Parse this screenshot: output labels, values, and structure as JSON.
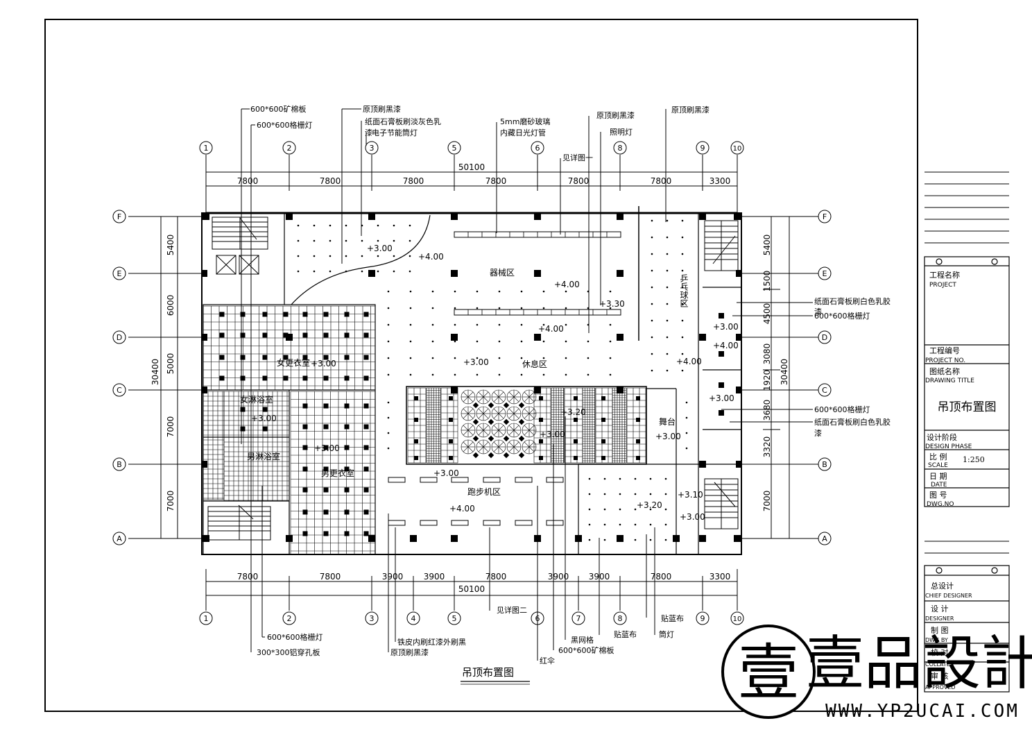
{
  "grid_axes": {
    "columns": [
      "1",
      "2",
      "3",
      "5",
      "6",
      "8",
      "9",
      "10"
    ],
    "columns_bottom": [
      "1",
      "2",
      "3",
      "4",
      "5",
      "6",
      "7",
      "8",
      "9",
      "10"
    ],
    "rows": [
      "F",
      "E",
      "D",
      "C",
      "B",
      "A"
    ]
  },
  "dimensions": {
    "top_total": "50100",
    "top_segments": [
      "7800",
      "7800",
      "7800",
      "7800",
      "7800",
      "7800",
      "3300"
    ],
    "bottom_total": "50100",
    "bottom_segments": [
      "7800",
      "7800",
      "3900",
      "3900",
      "7800",
      "3900",
      "3900",
      "7800",
      "3300"
    ],
    "left_total": "30400",
    "left_segments": [
      "5400",
      "6000",
      "5000",
      "7000",
      "7000"
    ],
    "right_total": "30400",
    "right_segments": [
      "5400",
      "1500",
      "4500",
      "3080",
      "1920",
      "3680",
      "3320",
      "7000"
    ]
  },
  "rooms": {
    "equipment": "器械区",
    "lounge": "休息区",
    "womens_locker": "女更衣室",
    "womens_shower": "女淋浴室",
    "mens_shower": "男淋浴室",
    "mens_locker": "男更衣室",
    "treadmill": "跑步机区",
    "stage": "舞台",
    "table_tennis": "乒乓球区"
  },
  "levels": [
    "+3.00",
    "+4.00",
    "+4.00",
    "+3.30",
    "+4.00",
    "+3.00",
    "+4.00",
    "+4.00",
    "+3.00",
    "+3.00",
    "+3.00",
    "+3.00",
    "+3.20",
    "+3.00",
    "+3.00",
    "+3.00",
    "+3.00",
    "+4.00",
    "+3.20",
    "+3.10",
    "+3.00"
  ],
  "notes_top": {
    "n1": "600*600矿棉板",
    "n2": "600*600格栅灯",
    "n3": "原顶刷黑漆",
    "n4": "纸面石膏板刷淡灰色乳",
    "n4b": "漆",
    "n5": "电子节能筒灯",
    "n6": "5mm磨砂玻璃",
    "n7": "内藏日光灯管",
    "n8": "见详图一",
    "n9": "原顶刷黑漆",
    "n10": "照明灯",
    "n11": "原顶刷黑漆"
  },
  "notes_right": {
    "r1": "纸面石膏板刷白色乳胶",
    "r1b": "漆",
    "r2": "600*600格栅灯",
    "r3": "600*600格栅灯",
    "r4": "纸面石膏板刷白色乳胶",
    "r4b": "漆"
  },
  "notes_bottom": {
    "b1": "600*600格栅灯",
    "b2": "300*300铝穿孔板",
    "b3": "铁皮内刷红漆外刷黑",
    "b4": "原顶刷黑漆",
    "b5": "见详图二",
    "b6": "红伞",
    "b7": "黑网格",
    "b8": "600*600矿棉板",
    "b9": "贴蓝布",
    "b10": "贴蓝布",
    "b11": "筒灯"
  },
  "drawing_caption": "吊顶布置图",
  "title_block": {
    "project_cn": "工程名称",
    "project_en": "PROJECT",
    "project_no_cn": "工程编号",
    "project_no_en": "PROJECT NO.",
    "drawing_title_cn": "图纸名称",
    "drawing_title_en": "DRAWING TITLE",
    "drawing_title_value": "吊顶布置图",
    "phase_cn": "设计阶段",
    "phase_en": "DESIGN PHASE",
    "scale_cn": "比  例",
    "scale_en": "SCALE",
    "scale_value": "1:250",
    "date_cn": "日  期",
    "date_en": "DATE",
    "dwg_no_cn": "图  号",
    "dwg_no_en": "DWG.NO",
    "chief_cn": "总设计",
    "chief_en": "CHIEF DESIGNER",
    "designer_cn": "设  计",
    "designer_en": "DESIGNER",
    "drawn_cn": "制  图",
    "drawn_en": "DWG  BY",
    "collate_cn": "校  对",
    "collate_en": "COLLATE",
    "approved_cn": "审  核",
    "approved_en": "APPROVED"
  },
  "watermark": {
    "logo_glyph": "壹",
    "brand": "壹品設計",
    "url": "WWW.YP2UCAI.COM"
  }
}
